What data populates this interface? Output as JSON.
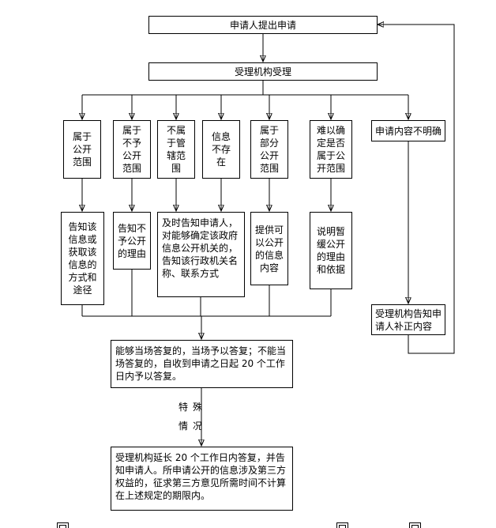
{
  "style": {
    "line_color": "#000000",
    "box_border_color": "#000000",
    "background": "#ffffff"
  },
  "flowchart": {
    "nodes": {
      "apply": "申请人提出申请",
      "accept": "受理机构受理",
      "branch_public": "属于公开范围",
      "branch_not_public": "属于不予公开范围",
      "branch_no_jurisdiction": "不属于管辖范围",
      "branch_not_exist": "信息不存在",
      "branch_partial_public": "属于部分公开范围",
      "branch_hard_to_determine": "难以确定是否属于公开范围",
      "branch_content_unclear": "申请内容不明确",
      "action_inform_access": "告知该信息或获取该信息的方式和途径",
      "action_inform_reason": "告知不予公开的理由",
      "action_inform_authority": "及时告知申请人，对能够确定该政府信息公开机关的，告知该行政机关名称、联系方式",
      "action_provide_content": "提供可以公开的信息内容",
      "action_explain_postpone": "说明暂缓公开的理由和依据",
      "action_ask_supplement": "受理机构告知申请人补正内容",
      "reply_rule": "能够当场答复的，当场予以答复；不能当场答复的，自收到申请之日起 20 个工作日内予以答复。",
      "extend_rule": "受理机构延长 20 个工作日内答复，并告知申请人。所申请公开的信息涉及第三方权益的，征求第三方意见所需时间不计算在上述规定的期限内。"
    },
    "labels": {
      "special_case": "特殊情况"
    }
  }
}
